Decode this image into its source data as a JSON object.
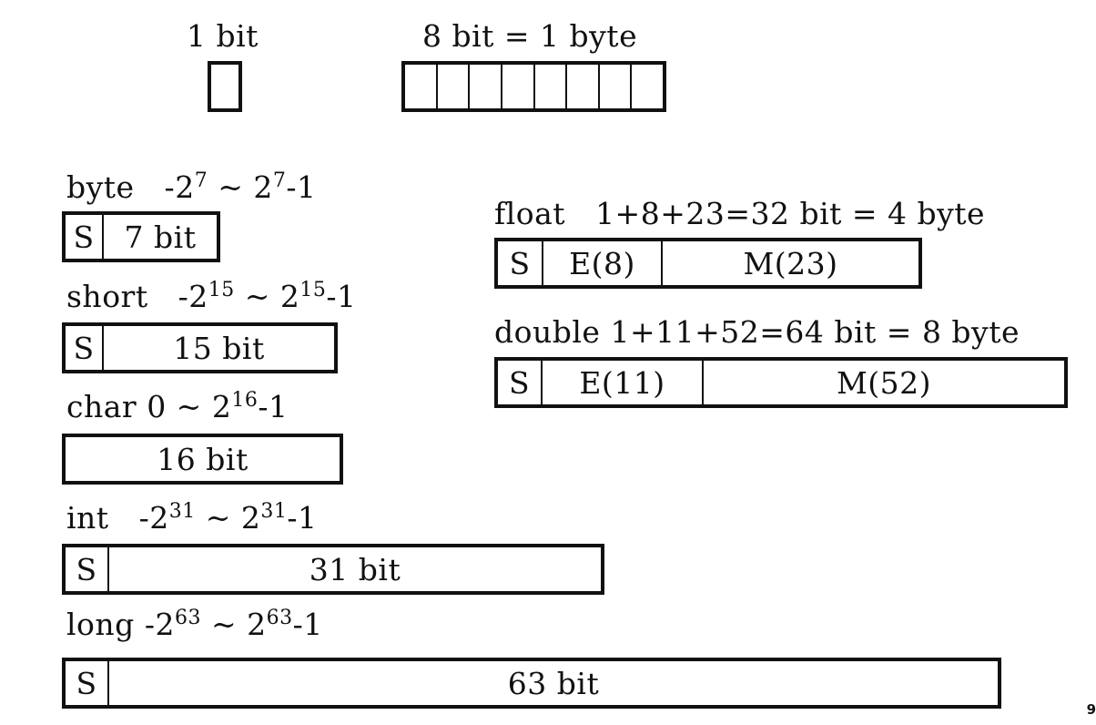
{
  "top": {
    "bit_label": "1 bit",
    "byte_label": "8 bit = 1 byte",
    "byte_cells": 8
  },
  "types": {
    "byte": {
      "name": "byte",
      "range": {
        "neg_base": "-2",
        "neg_exp": "7",
        "mid": " ~ ",
        "pos_base": "2",
        "pos_exp": "7",
        "tail": "-1"
      },
      "sign": "S",
      "bits": "7 bit"
    },
    "short": {
      "name": "short",
      "range": {
        "neg_base": "-2",
        "neg_exp": "15",
        "mid": " ~ ",
        "pos_base": "2",
        "pos_exp": "15",
        "tail": "-1"
      },
      "sign": "S",
      "bits": "15 bit"
    },
    "char": {
      "name": "char",
      "range": {
        "prefix": "0 ~ ",
        "pos_base": "2",
        "pos_exp": "16",
        "tail": "-1"
      },
      "bits": "16 bit"
    },
    "int": {
      "name": "int",
      "range": {
        "neg_base": "-2",
        "neg_exp": "31",
        "mid": " ~ ",
        "pos_base": "2",
        "pos_exp": "31",
        "tail": "-1"
      },
      "sign": "S",
      "bits": "31 bit"
    },
    "long": {
      "name": "long",
      "range": {
        "neg_base": "-2",
        "neg_exp": "63",
        "mid": " ~ ",
        "pos_base": "2",
        "pos_exp": "63",
        "tail": "-1"
      },
      "sign": "S",
      "bits": "63 bit"
    },
    "float": {
      "name": "float",
      "formula": "1+8+23=32 bit = 4 byte",
      "sign": "S",
      "exponent": "E(8)",
      "mantissa": "M(23)"
    },
    "double": {
      "name": "double",
      "formula": "1+11+52=64 bit = 8 byte",
      "sign": "S",
      "exponent": "E(11)",
      "mantissa": "M(52)"
    }
  },
  "page_number": "9"
}
